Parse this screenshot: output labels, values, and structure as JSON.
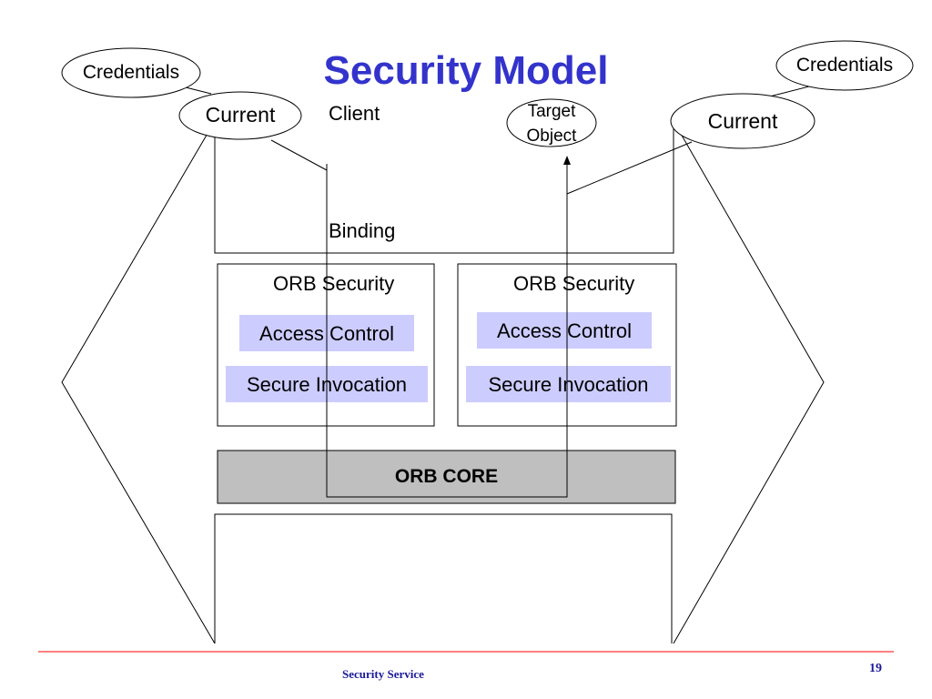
{
  "slide": {
    "title": "Security Model",
    "labels": {
      "credentials_left": "Credentials",
      "credentials_right": "Credentials",
      "current_left": "Current",
      "current_right": "Current",
      "client": "Client",
      "target_object_line1": "Target",
      "target_object_line2": "Object",
      "binding": "Binding",
      "orb_security_left": "ORB Security",
      "orb_security_right": "ORB Security",
      "access_control_left": "Access Control",
      "access_control_right": "Access Control",
      "secure_invocation_left": "Secure Invocation",
      "secure_invocation_right": "Secure Invocation",
      "orb_core": "ORB CORE"
    },
    "footer": {
      "text": "Security Service",
      "page_number": "19"
    },
    "colors": {
      "title": "#3333cc",
      "component_fill": "#ccccff",
      "orb_core_fill": "#bfbfbf",
      "footer_rule": "#ff0000",
      "footer_text": "#1a1a99"
    }
  }
}
